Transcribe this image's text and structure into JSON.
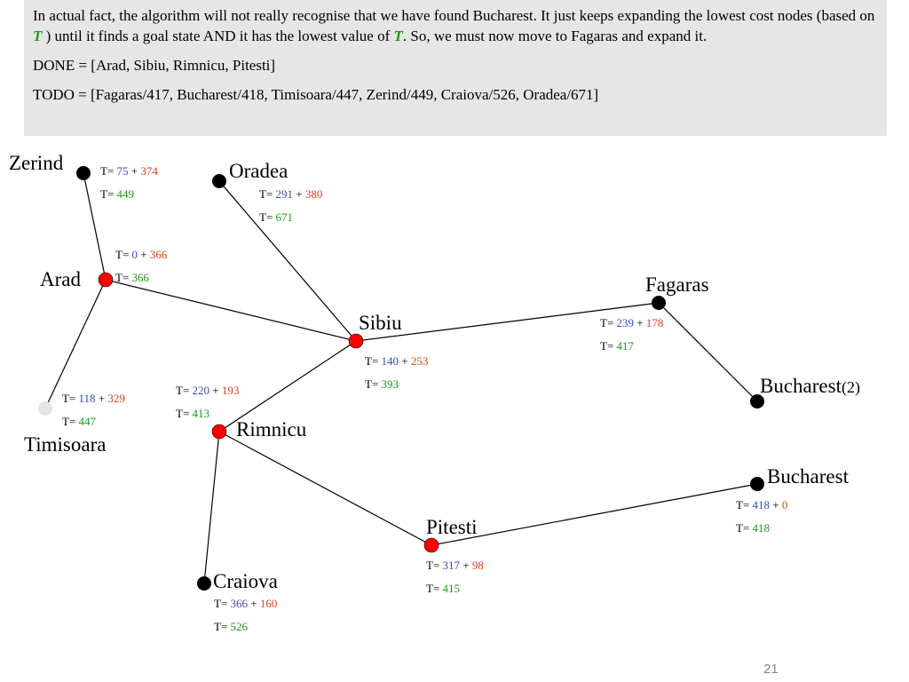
{
  "explanation": {
    "para1_a": "In actual fact, the algorithm will not really recognise that we have found Bucharest. It just keeps expanding the lowest cost nodes (based on ",
    "T": "T",
    "para1_b": " ) until it finds a goal state AND it has the lowest value of ",
    "para1_c": ". So, we must now move to Fagaras and expand it.",
    "done": "DONE = [Arad, Sibiu, Rimnicu, Pitesti]",
    "todo": "TODO = [Fagaras/417, Bucharest/418, Timisoara/447, Zerind/449, Craiova/526, Oradea/671]"
  },
  "colors": {
    "expanded": "#ff0000",
    "frontier": "#000000",
    "visited_grey": "#e4e4e4",
    "g_cost": "#3c4ab8",
    "h_cost": "#e0401e",
    "total": "#1a9a1a"
  },
  "nodes": [
    {
      "id": "zerind",
      "name": "Zerind",
      "state": "frontier",
      "g": "75",
      "h": "374",
      "t": "449"
    },
    {
      "id": "oradea",
      "name": "Oradea",
      "state": "frontier",
      "g": "291",
      "h": "380",
      "t": "671"
    },
    {
      "id": "arad",
      "name": "Arad",
      "state": "expanded",
      "g": "0",
      "h": "366",
      "t": "366"
    },
    {
      "id": "sibiu",
      "name": "Sibiu",
      "state": "expanded",
      "g": "140",
      "h": "253",
      "t": "393"
    },
    {
      "id": "fagaras",
      "name": "Fagaras",
      "state": "frontier",
      "g": "239",
      "h": "178",
      "t": "417"
    },
    {
      "id": "bucharest2",
      "name": "Bucharest",
      "suffix": "(2)",
      "state": "frontier"
    },
    {
      "id": "timisoara",
      "name": "Timisoara",
      "state": "grey",
      "g": "118",
      "h": "329",
      "t": "447"
    },
    {
      "id": "rimnicu",
      "name": "Rimnicu",
      "state": "expanded",
      "g": "220",
      "h": "193",
      "t": "413"
    },
    {
      "id": "bucharest",
      "name": "Bucharest",
      "state": "frontier",
      "g": "418",
      "h": "0",
      "t": "418"
    },
    {
      "id": "pitesti",
      "name": "Pitesti",
      "state": "expanded",
      "g": "317",
      "h": "98",
      "t": "415"
    },
    {
      "id": "craiova",
      "name": "Craiova",
      "state": "frontier",
      "g": "366",
      "h": "160",
      "t": "526"
    }
  ],
  "cost_prefix": "T=",
  "plus": "+",
  "page_number": "21"
}
